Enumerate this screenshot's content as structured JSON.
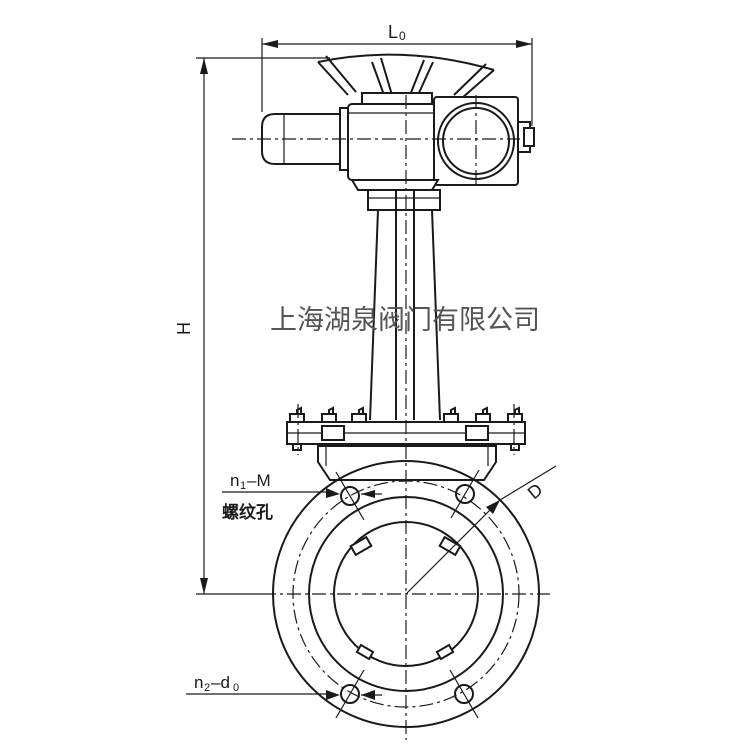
{
  "labels": {
    "L0_main": "L",
    "L0_sub": "0",
    "H": "H",
    "D": "D",
    "n1M_n": "n",
    "n1M_sub": "1",
    "n1M_rest": "–M",
    "thread_hole": "螺纹孔",
    "n2d0_n": "n",
    "n2d0_sub": "2",
    "n2d0_mid": "–d",
    "n2d0_sub2": "0"
  },
  "watermark": "上海湖泉阀门有限公司",
  "colors": {
    "line": "#1a1a1a",
    "watermark": "#555555",
    "background": "#ffffff"
  }
}
